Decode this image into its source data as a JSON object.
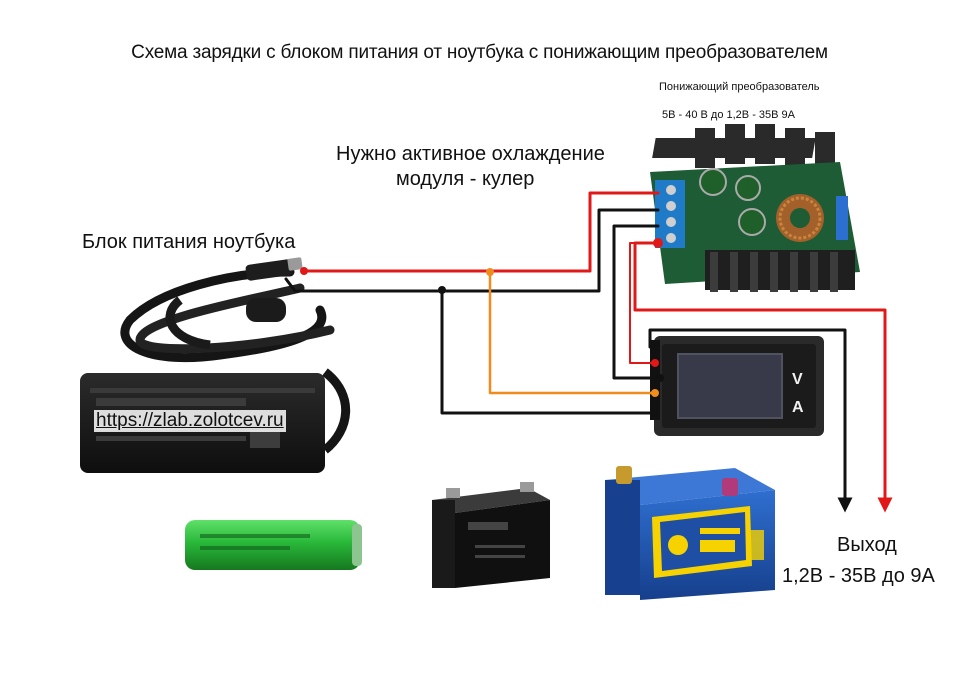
{
  "title": "Схема зарядки с блоком питания от ноутбука с понижающим преобразователем",
  "converter": {
    "name": "Понижающий преобразователь",
    "spec": "5В - 40 В до 1,2В - 35В 9А"
  },
  "cooling": {
    "line1": "Нужно активное охлаждение",
    "line2": "модуля - кулер"
  },
  "psu": {
    "label": "Блок питания ноутбука",
    "url": "https://zlab.zolotcev.ru"
  },
  "output": {
    "line1": "Выход",
    "line2": "1,2В - 35В до 9А"
  },
  "meter": {
    "volt_symbol": "V",
    "amp_symbol": "A"
  },
  "colors": {
    "positive_wire": "#e01818",
    "negative_wire": "#111111",
    "meter_wire": "#f08c1e"
  },
  "icons": [
    "laptop-power-adapter-icon",
    "buck-converter-icon",
    "volt-amp-meter-icon",
    "li-ion-cell-icon",
    "agm-battery-icon",
    "car-battery-icon"
  ]
}
